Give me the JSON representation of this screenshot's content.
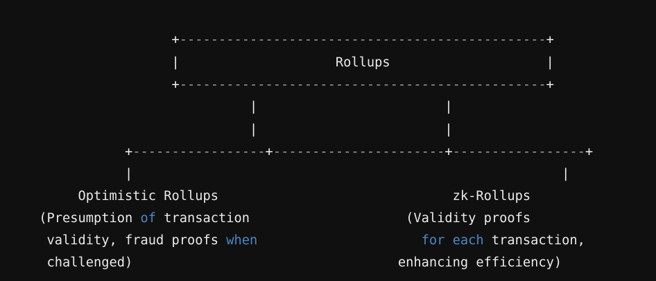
{
  "theme": {
    "background": "#101010",
    "text_color": "#eaeaea",
    "dash_color": "#9d9d9d",
    "pipe_color": "#f2f2f2",
    "keyword_color": "#4a88c7"
  },
  "diagram": {
    "type": "ascii-art-tree",
    "title": "Rollups",
    "root_box": {
      "label": "Rollups",
      "top_border": "+-----------------------------------------------+",
      "bottom_border": "+-----------------------------------------------+",
      "left_edge": "|",
      "right_edge": "|"
    },
    "connectors": {
      "vertical": "|",
      "junction": "+",
      "horizontal_rail": "+-----------------+----------------------+-----------------+"
    },
    "branches": [
      {
        "name": "optimistic-rollups",
        "heading": "Optimistic Rollups",
        "description_lines": [
          {
            "indent": 0,
            "segments": [
              {
                "text": "(Presumption ",
                "style": "plain"
              },
              {
                "text": "of",
                "style": "keyword"
              },
              {
                "text": " transaction",
                "style": "plain"
              }
            ]
          },
          {
            "indent": 1,
            "segments": [
              {
                "text": "validity, fraud proofs ",
                "style": "plain"
              },
              {
                "text": "when",
                "style": "keyword"
              }
            ]
          },
          {
            "indent": 1,
            "segments": [
              {
                "text": "challenged)",
                "style": "plain"
              }
            ]
          }
        ]
      },
      {
        "name": "zk-rollups",
        "heading": "zk-Rollups",
        "description_lines": [
          {
            "indent": 1,
            "segments": [
              {
                "text": "(Validity proofs",
                "style": "plain"
              }
            ]
          },
          {
            "indent": 2,
            "segments": [
              {
                "text": "for",
                "style": "keyword"
              },
              {
                "text": " ",
                "style": "plain"
              },
              {
                "text": "each",
                "style": "keyword"
              },
              {
                "text": " transaction,",
                "style": "plain"
              }
            ]
          },
          {
            "indent": 1,
            "segments": [
              {
                "text": "enhancing efficiency)",
                "style": "plain"
              }
            ]
          }
        ]
      }
    ],
    "raw_lines": [
      "                      +-----------------------------------------------+",
      "                      |                    Rollups                    |",
      "                      +-----------------------------------------------+",
      "                                |                        |",
      "                                |                        |",
      "                +---------------+------------------------+--------------+",
      "                |                                                       |",
      "          Optimistic Rollups                              zk-Rollups",
      "      (Presumption of transaction                    (Validity proofs",
      "       validity, fraud proofs when                    for each transaction,",
      "       challenged)                                   enhancing efficiency)"
    ]
  },
  "lines": {
    "l1_plus_left": "+",
    "l1_dashes": "-----------------------------------------------",
    "l1_plus_right": "+",
    "l2_pipe_left": "|",
    "l2_title": "Rollups",
    "l2_pipe_right": "|",
    "l3_plus_left": "+",
    "l3_dashes": "-----------------------------------------------",
    "l3_plus_right": "+",
    "l4_pipe_a": "|",
    "l4_pipe_b": "|",
    "l5_pipe_a": "|",
    "l5_pipe_b": "|",
    "l6_plus_1": "+",
    "l6_dash_1": "-----------------",
    "l6_plus_2": "+",
    "l6_dash_2": "----------------------",
    "l6_plus_3": "+",
    "l6_dash_3": "-----------------",
    "l6_plus_4": "+",
    "l7_pipe_left": "|",
    "l7_pipe_right": "|",
    "heading_left": "Optimistic Rollups",
    "heading_right": "zk-Rollups",
    "left_d1_a": "(Presumption ",
    "left_d1_kw": "of",
    "left_d1_b": " transaction",
    "left_d2_a": "validity, fraud proofs ",
    "left_d2_kw": "when",
    "left_d3_a": "challenged)",
    "right_d1_a": "(Validity proofs",
    "right_d2_kw1": "for",
    "right_d2_sp": " ",
    "right_d2_kw2": "each",
    "right_d2_b": " transaction,",
    "right_d3_a": "enhancing efficiency)"
  }
}
